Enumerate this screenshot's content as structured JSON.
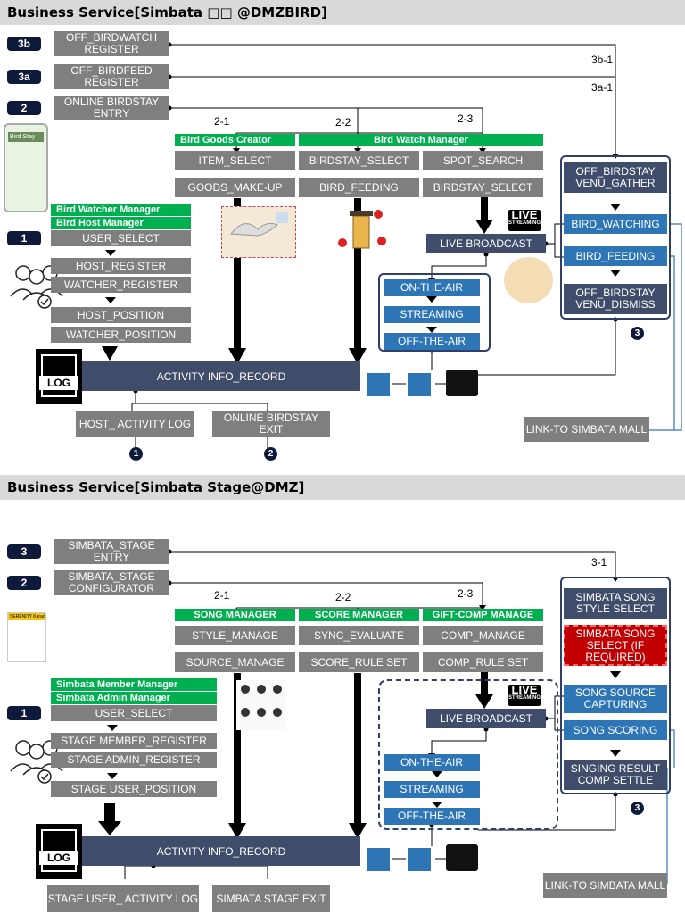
{
  "section1": {
    "title": "Business Service[Simbata  □□ @DMZBIRD]",
    "badges": {
      "b3b": "3b",
      "b3a": "3a",
      "b2": "2",
      "b1": "1"
    },
    "off_birdwatch_register": "OFF_BIRDWATCH REGISTER",
    "off_birdfeed_register": "OFF_BIRDFEED REGISTER",
    "online_birdstay_entry": "ONLINE BIRDSTAY ENTRY",
    "label_3b1": "3b-1",
    "label_3a1": "3a-1",
    "label_21": "2-1",
    "label_22": "2-2",
    "label_23": "2-3",
    "bird_goods_creator": "Bird Goods Creator",
    "bird_watch_manager": "Bird Watch Manager",
    "item_select": "ITEM_SELECT",
    "goods_make_up": "GOODS_MAKE-UP",
    "birdstay_select_1": "BIRDSTAY_SELECT",
    "bird_feeding_col": "BIRD_FEEDING",
    "spot_search": "SPOT_SEARCH",
    "birdstay_select_2": "BIRDSTAY_SELECT",
    "live_broadcast": "LIVE BROADCAST",
    "on_the_air": "ON-THE-AIR",
    "streaming": "STREAMING",
    "off_the_air": "OFF-THE-AIR",
    "bird_watcher_manager": "Bird Watcher Manager",
    "bird_host_manager": "Bird Host Manager",
    "user_select": "USER_SELECT",
    "host_register": "HOST_REGISTER",
    "watcher_register": "WATCHER_REGISTER",
    "host_position": "HOST_POSITION",
    "watcher_position": "WATCHER_POSITION",
    "activity_record": "ACTIVITY INFO_RECORD",
    "log": "LOG",
    "host_activity_log": "HOST_ ACTIVITY LOG",
    "online_birdstay_exit": "ONLINE BIRDSTAY EXIT",
    "off_birdstay_venu_gather": "OFF_BIRDSTAY VENU_GATHER",
    "bird_watching": "BIRD_WATCHING",
    "bird_feeding_right": "BIRD_FEEDING",
    "off_birdstay_venu_dismiss": "OFF_BIRDSTAY VENU_DISMISS",
    "link_to_mall": "LINK-TO SIMBATA MALL",
    "num_3": "3",
    "num_1": "1",
    "num_2": "2",
    "phone_text": "Bird Stay",
    "live_text": "LIVE",
    "live_sub": "STREAMING"
  },
  "section2": {
    "title": "Business Service[Simbata Stage@DMZ]",
    "badges": {
      "b3": "3",
      "b2": "2",
      "b1": "1"
    },
    "simbata_stage_entry": "SIMBATA_STAGE ENTRY",
    "simbata_stage_configurator": "SIMBATA_STAGE CONFIGURATOR",
    "label_31": "3-1",
    "label_21": "2-1",
    "label_22": "2-2",
    "label_23": "2-3",
    "song_manager": "SONG MANAGER",
    "score_manager": "SCORE MANAGER",
    "gift_comp_manage": "GIFT·COMP MANAGE",
    "style_manage": "STYLE_MANAGE",
    "source_manage": "SOURCE_MANAGE",
    "sync_evaluate": "SYNC_EVALUATE",
    "score_rule_set": "SCORE_RULE SET",
    "comp_manage": "COMP_MANAGE",
    "comp_rule_set": "COMP_RULE SET",
    "live_broadcast": "LIVE BROADCAST",
    "on_the_air": "ON-THE-AIR",
    "streaming": "STREAMING",
    "off_the_air": "OFF-THE-AIR",
    "simbata_member_manager": "Simbata  Member Manager",
    "simbata_admin_manager": "Simbata  Admin Manager",
    "user_select": "USER_SELECT",
    "stage_member_register": "STAGE MEMBER_REGISTER",
    "stage_admin_register": "STAGE ADMIN_REGISTER",
    "stage_user_position": "STAGE USER_POSITION",
    "activity_record": "ACTIVITY INFO_RECORD",
    "log": "LOG",
    "stage_user_activity_log": "STAGE USER_ ACTIVITY LOG",
    "simbata_stage_exit": "SIMBATA STAGE EXIT",
    "simbata_song_style_select": "SIMBATA SONG STYLE SELECT",
    "simbata_song_select": "SIMBATA SONG SELECT (IF REQUIRED)",
    "song_source_capturing": "SONG SOURCE CAPTURING",
    "song_scoring": "SONG SCORING",
    "singing_result_comp_settle": "SINGING RESULT COMP SETTLE",
    "link_to_mall": "LINK-TO SIMBATA MALL",
    "num_3": "3",
    "doc_title": "SERENITY Karaoke",
    "live_text": "LIVE",
    "live_sub": "STREAMING"
  },
  "colors": {
    "gray_box": "#7f7f7f",
    "navy_box": "#3f4d6a",
    "blue_box": "#2e75b6",
    "green_label": "#00b050",
    "red_box": "#c00000",
    "header_bg": "#d9d9d9"
  }
}
